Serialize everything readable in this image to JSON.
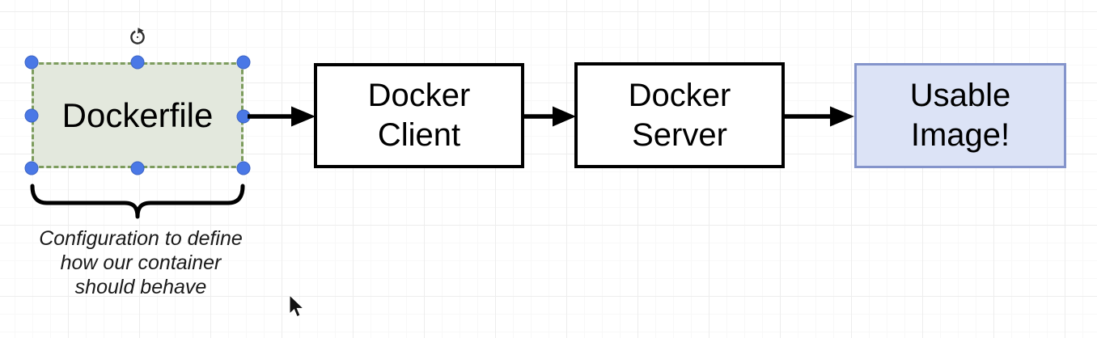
{
  "app": {
    "type": "diagram-editor-canvas",
    "background": "#ffffff",
    "grid_minor_color": "#f8f8f8",
    "grid_major_color": "#ededed"
  },
  "nodes": [
    {
      "id": "dockerfile",
      "label": "Dockerfile",
      "fill": "#e3e8dd",
      "border_color": "#7d9c5e",
      "border_style": "dashed",
      "selected": true
    },
    {
      "id": "docker-client",
      "label": "Docker\nClient",
      "fill": "#ffffff",
      "border_color": "#000000",
      "border_style": "solid",
      "selected": false
    },
    {
      "id": "docker-server",
      "label": "Docker\nServer",
      "fill": "#ffffff",
      "border_color": "#000000",
      "border_style": "solid",
      "selected": false
    },
    {
      "id": "usable-image",
      "label": "Usable\nImage!",
      "fill": "#dce3f6",
      "border_color": "#8494cb",
      "border_style": "solid",
      "selected": false
    }
  ],
  "connectors": [
    {
      "from": "dockerfile",
      "to": "docker-client",
      "color": "#000000"
    },
    {
      "from": "docker-client",
      "to": "docker-server",
      "color": "#000000"
    },
    {
      "from": "docker-server",
      "to": "usable-image",
      "color": "#000000"
    }
  ],
  "selection": {
    "handle_color": "#4a78e6",
    "handle_count": 8,
    "rotate_icon": "rotate-clockwise",
    "rotate_icon_glyph": "↻"
  },
  "annotation": {
    "shape": "curly-underbrace",
    "color": "#000000",
    "lines": [
      "Configuration to define",
      "how our container",
      "should behave"
    ]
  },
  "cursor": {
    "glyph": "arrow-pointer",
    "color": "#111111"
  }
}
